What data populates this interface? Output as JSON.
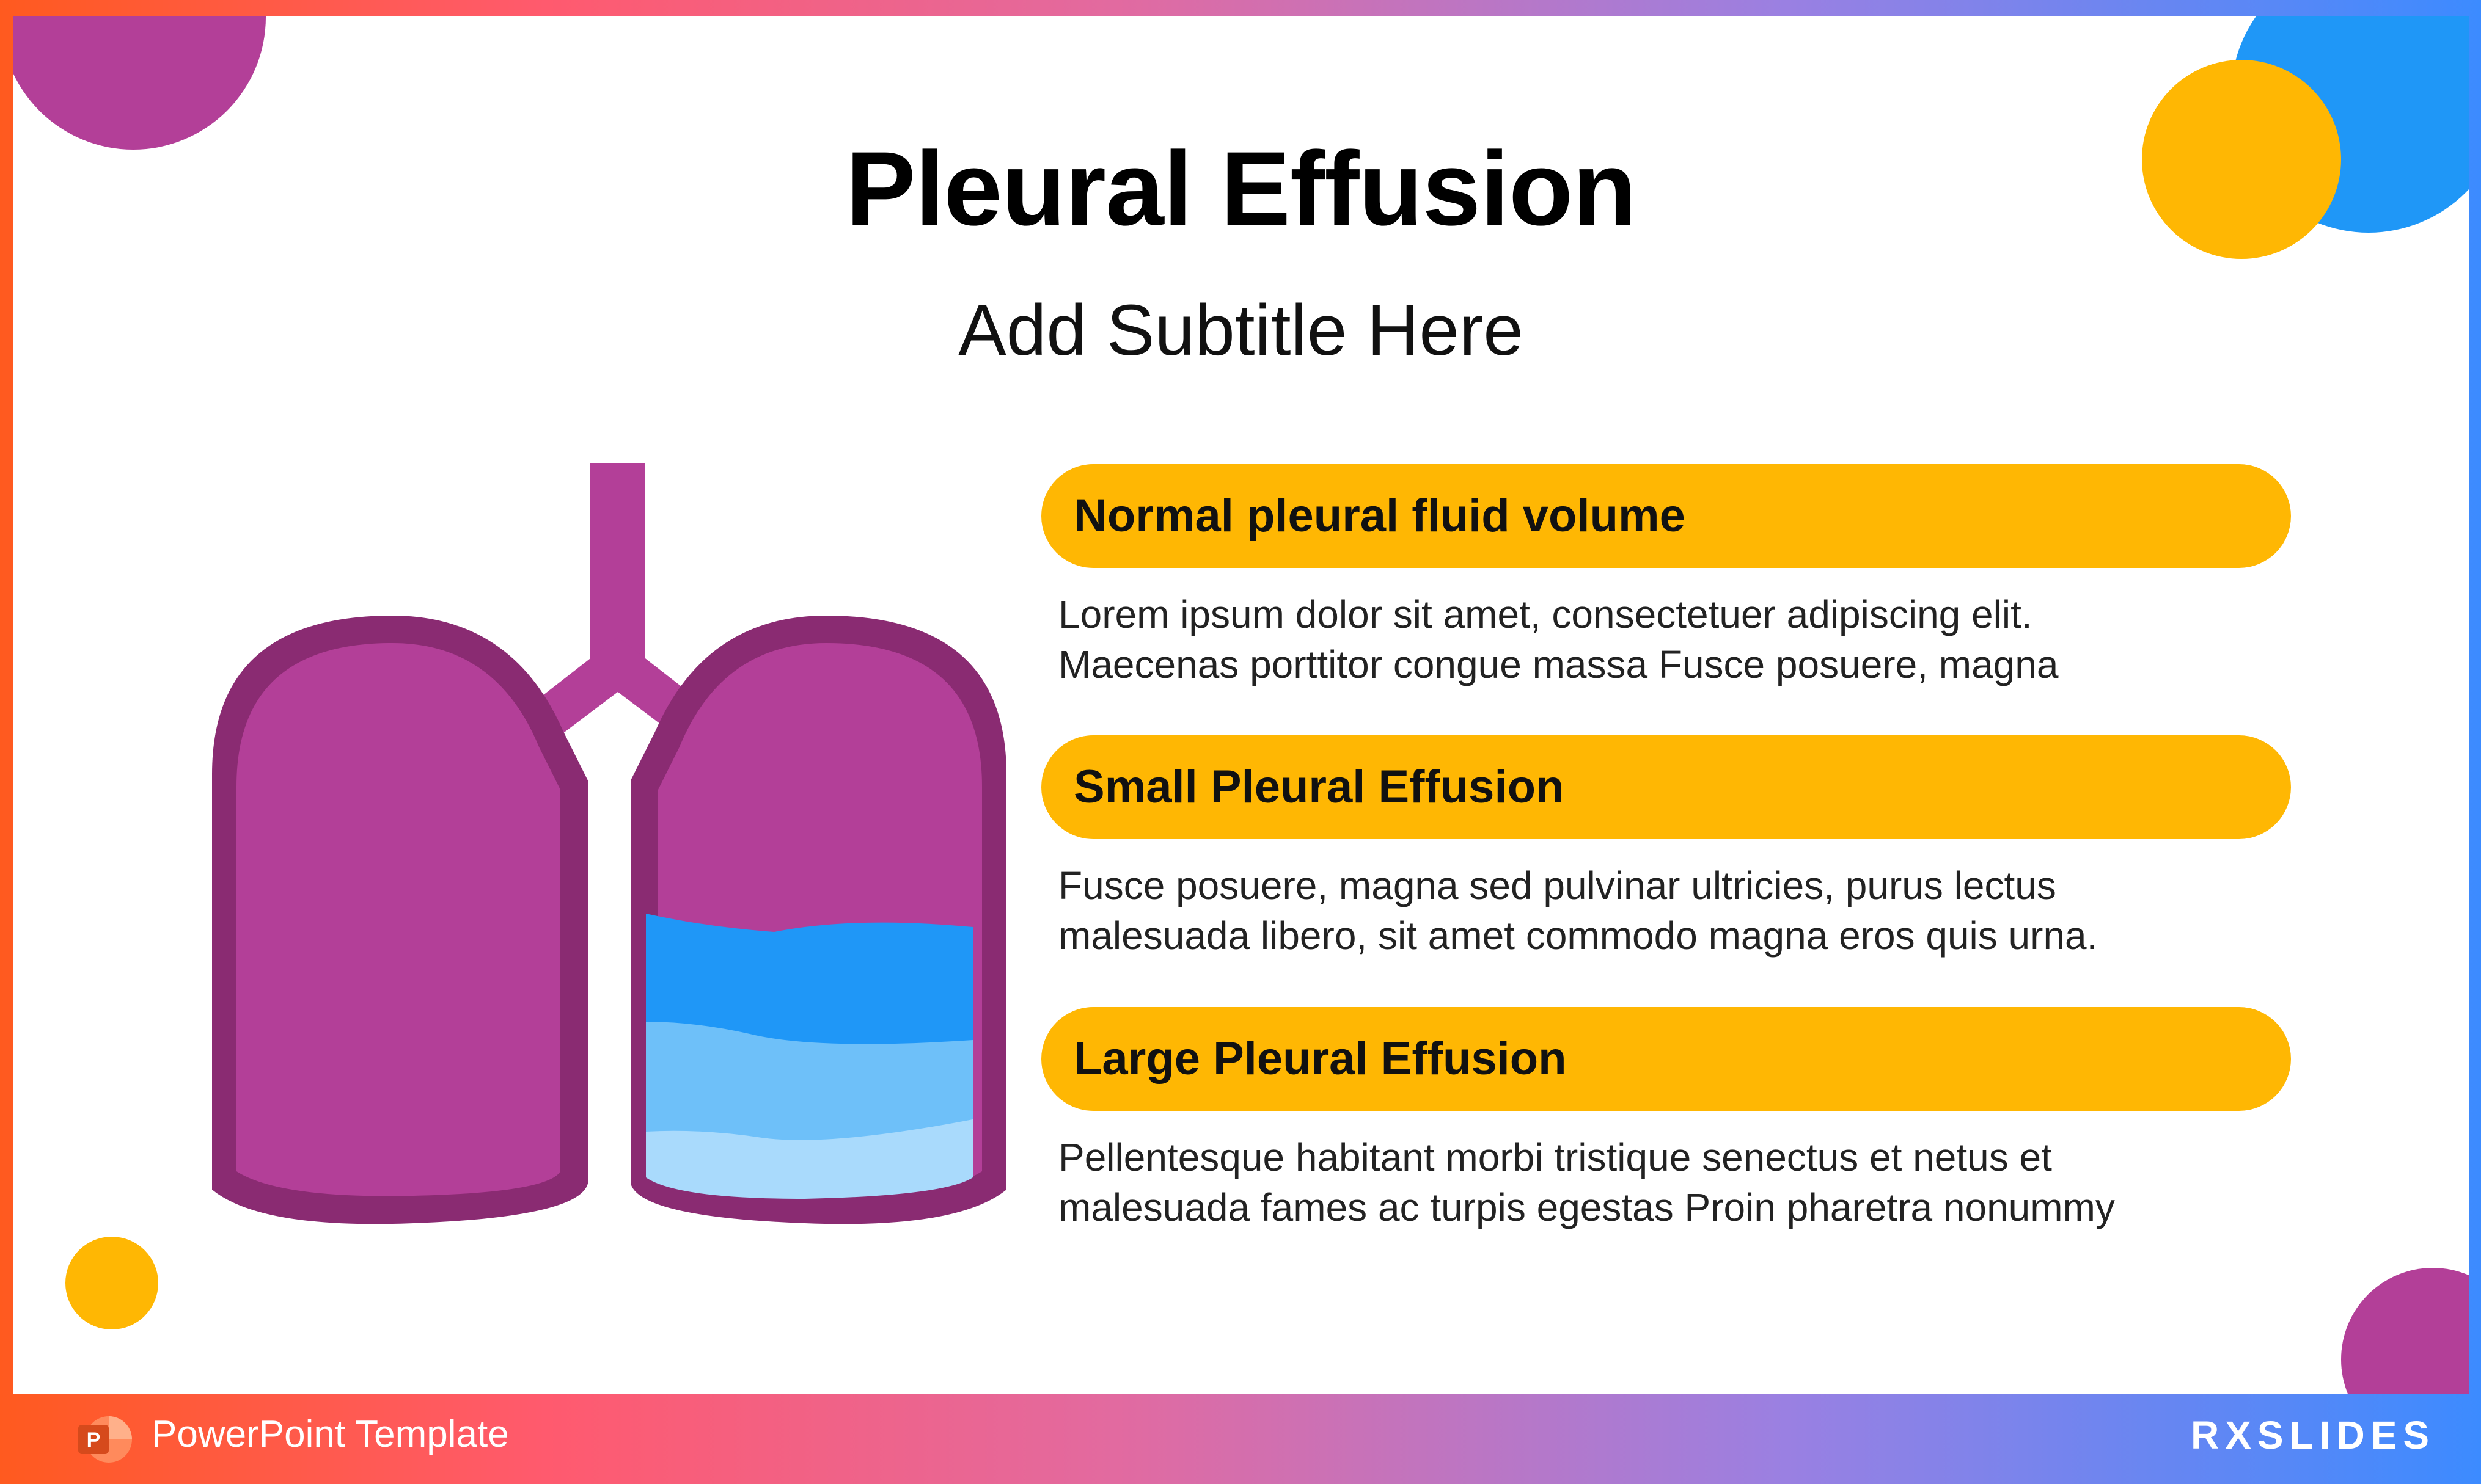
{
  "slide": {
    "title": "Pleural Effusion",
    "subtitle": "Add Subtitle Here"
  },
  "items": [
    {
      "heading": "Normal pleural fluid volume",
      "lines": [
        "Lorem ipsum dolor sit amet, consectetuer adipiscing elit.",
        "Maecenas porttitor congue massa Fusce posuere, magna"
      ]
    },
    {
      "heading": "Small Pleural Effusion",
      "lines": [
        "Fusce posuere, magna sed pulvinar ultricies, purus lectus",
        "malesuada libero, sit amet commodo magna eros quis urna."
      ]
    },
    {
      "heading": "Large Pleural Effusion",
      "lines": [
        "Pellentesque habitant morbi tristique senectus et netus et",
        "malesuada fames ac turpis egestas Proin pharetra nonummy"
      ]
    }
  ],
  "footer": {
    "label": "PowerPoint Template",
    "brand": "RXSLIDES",
    "icon": "powerpoint-icon"
  },
  "colors": {
    "purple": "#b33f98",
    "purple_dark": "#8a2b72",
    "yellow": "#ffb703",
    "blue": "#1f97f7",
    "blue_mid": "#6ec0f9",
    "blue_light": "#a9dafc"
  }
}
